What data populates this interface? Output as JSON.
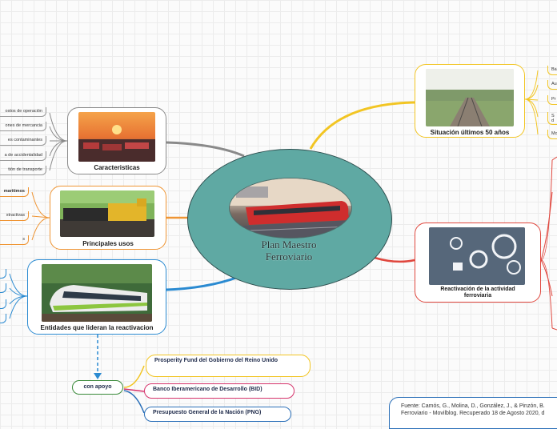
{
  "central": {
    "title_line1": "Plan Maestro",
    "title_line2": "Ferroviario"
  },
  "caracteristicas": {
    "label": "Caracteristicas",
    "items": [
      "ostos de operación",
      "ones de mercancia",
      "es contaminantes",
      "a de accidentalidad",
      "tión de transporte"
    ]
  },
  "principales_usos": {
    "label": "Principales usos",
    "items": [
      "maritimos",
      "xtractivas",
      "s"
    ]
  },
  "entidades": {
    "label": "Entidades que lideran la reactivacion"
  },
  "situacion": {
    "label": "Situación últimos 50 años",
    "items": [
      "Ba",
      "Au",
      "Pr",
      "S\nd",
      "Mo"
    ]
  },
  "reactivacion": {
    "label_line1": "Reactivación de la actividad",
    "label_line2": "ferroviaria"
  },
  "con_apoyo": {
    "label": "con apoyo",
    "items": [
      "Prosperity Fund del Gobierno del Reino Unido",
      "Banco Iberamericano de Desarrollo (BID)",
      "Presupuesto General de la Nación (PNG)"
    ]
  },
  "source": {
    "line1": "Fuente: Camós, G., Molina, D., González, J., & Pinzón, B.",
    "line2": "Ferroviario - Movilblog. Recuperado 18 de Agosto 2020, d"
  },
  "colors": {
    "central_fill": "#5fa9a3",
    "gray": "#8a8a8a",
    "orange": "#ef9534",
    "blue": "#2a8ad1",
    "yellow": "#f2c523",
    "red": "#e0473e",
    "pink": "#d6336c",
    "dark_blue": "#2a6fb8"
  }
}
